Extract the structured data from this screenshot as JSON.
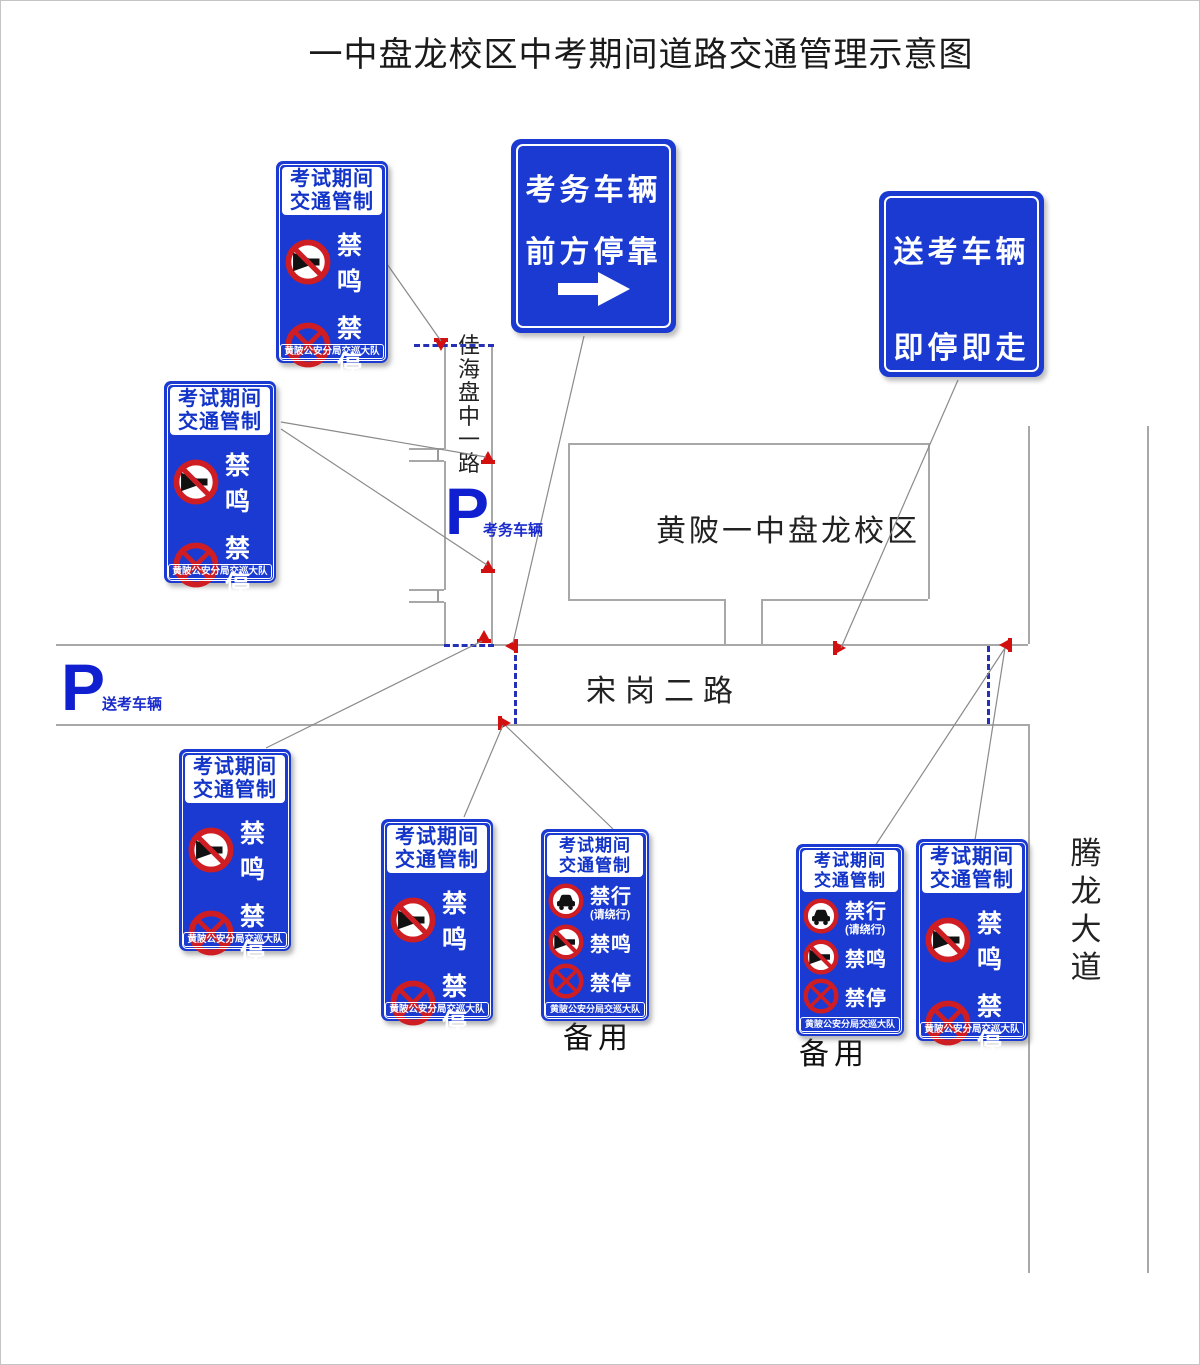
{
  "title": "一中盘龙校区中考期间道路交通管理示意图",
  "sign_control": {
    "header_line1": "考试期间",
    "header_line2": "交通管制",
    "no_horn_label": "禁鸣",
    "no_stop_label": "禁停",
    "no_entry_label": "禁行",
    "no_entry_sub": "(请绕行)",
    "footer": "黄陂公安分局交巡大队"
  },
  "sign_notice_staff": {
    "line1": "考务车辆",
    "line2": "前方停靠"
  },
  "sign_notice_escort": {
    "line1": "送考车辆",
    "line2": "即停即走"
  },
  "parking": {
    "p": "P",
    "staff_label": "考务车辆",
    "escort_label": "送考车辆"
  },
  "map": {
    "school_label": "黄陂一中盘龙校区",
    "road_songgang": "宋岗二路",
    "road_jiahai": "佳海盘中一路",
    "road_tenglong": "腾龙大道",
    "backup_label": "备用"
  },
  "colors": {
    "sign_blue": "#1a3ad1",
    "ban_red": "#cf1d24",
    "marker_red": "#d31010",
    "barrier_blue": "#2431b4",
    "p_blue": "#101fd0"
  }
}
